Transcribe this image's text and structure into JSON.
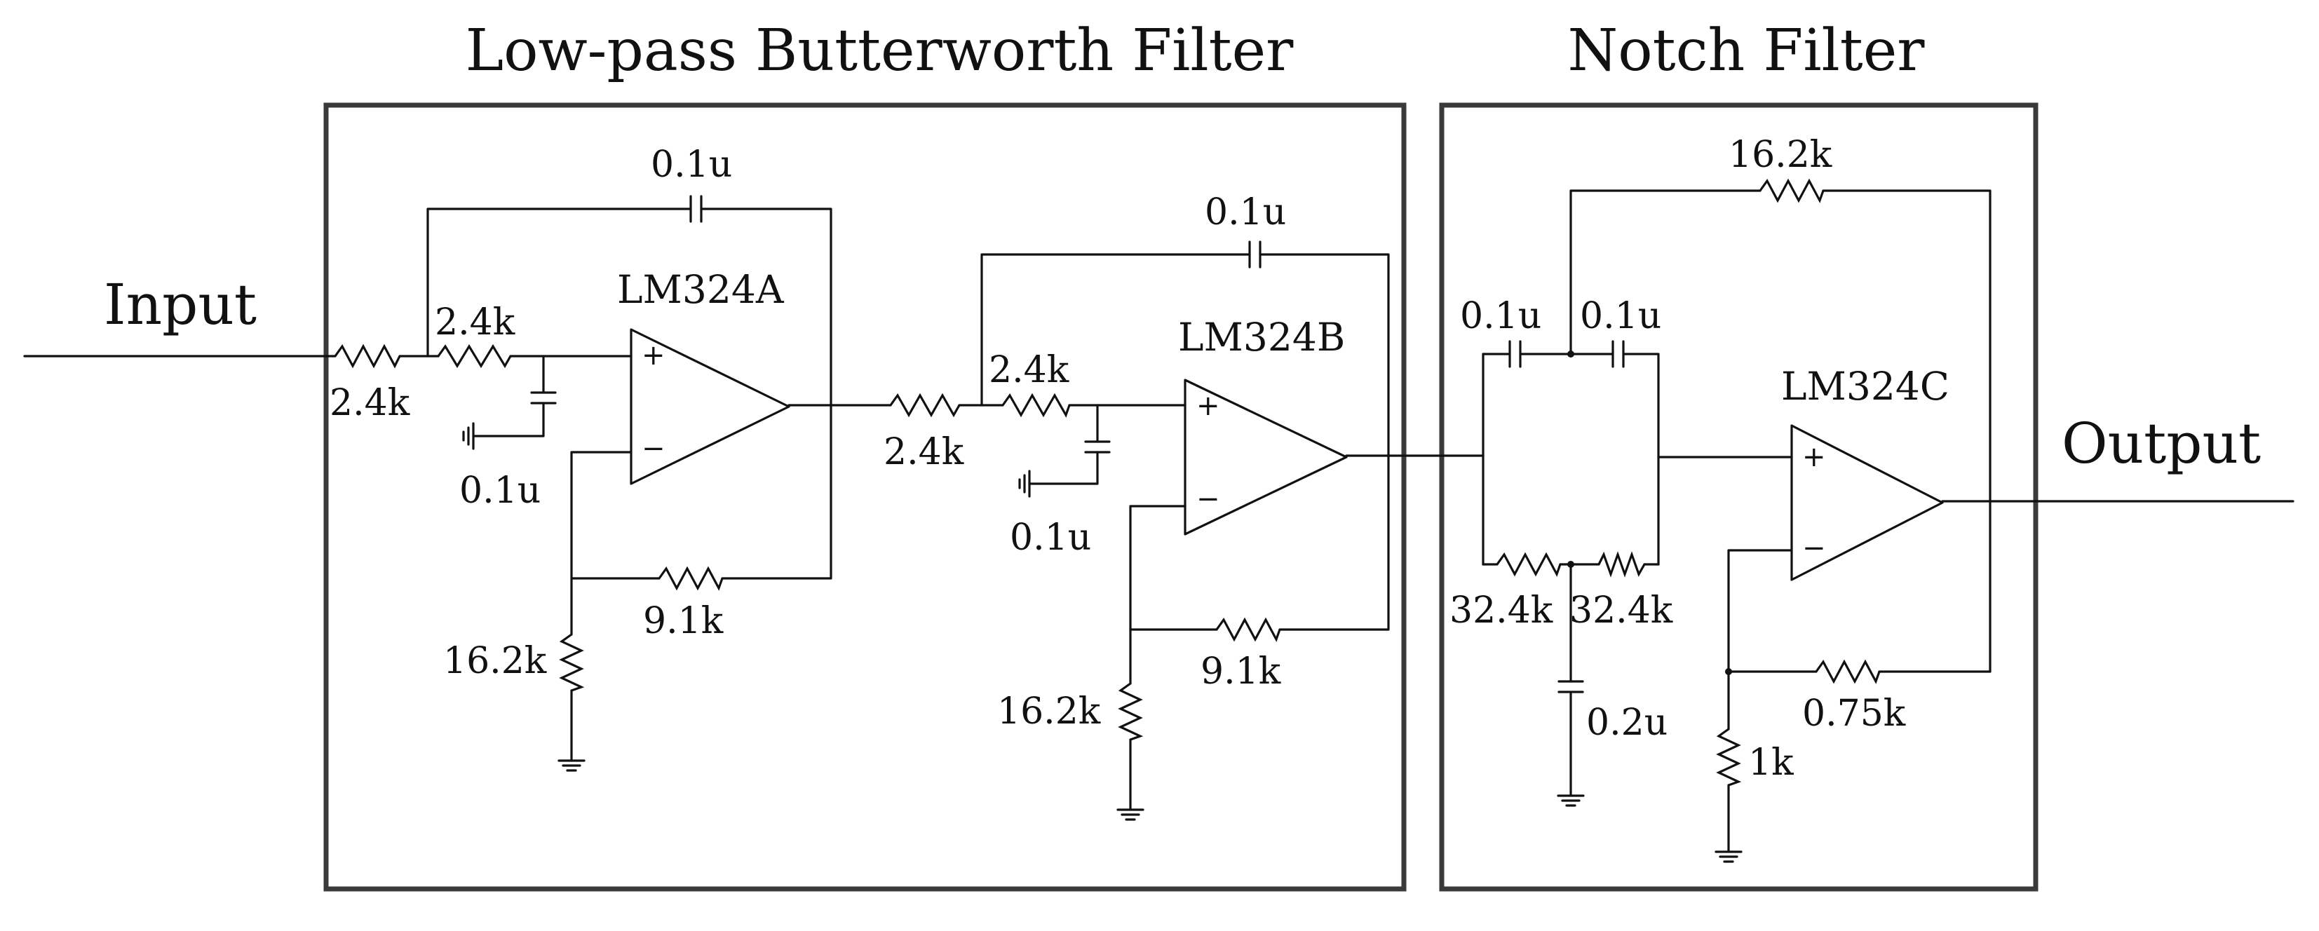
{
  "blocks": {
    "lowpass_title": "Low-pass Butterworth Filter",
    "notch_title": "Notch Filter"
  },
  "io": {
    "input": "Input",
    "output": "Output"
  },
  "opamps": {
    "a": "LM324A",
    "b": "LM324B",
    "c": "LM324C",
    "plus": "+",
    "minus": "−"
  },
  "components": {
    "r_in_a": "2.4k",
    "r2_a": "2.4k",
    "c_fb_a": "0.1u",
    "c_gnd_a": "0.1u",
    "r_fb_a": "9.1k",
    "r_gnd_a": "16.2k",
    "r_in_b": "2.4k",
    "r2_b": "2.4k",
    "c_fb_b": "0.1u",
    "c_gnd_b": "0.1u",
    "r_fb_b": "9.1k",
    "r_gnd_b": "16.2k",
    "c_left_notch": "0.1u",
    "c_right_notch": "0.1u",
    "r_left_notch": "32.4k",
    "r_right_notch": "32.4k",
    "c_center_notch": "0.2u",
    "r_top_notch": "16.2k",
    "r_fb_c": "0.75k",
    "r_gnd_c": "1k"
  }
}
